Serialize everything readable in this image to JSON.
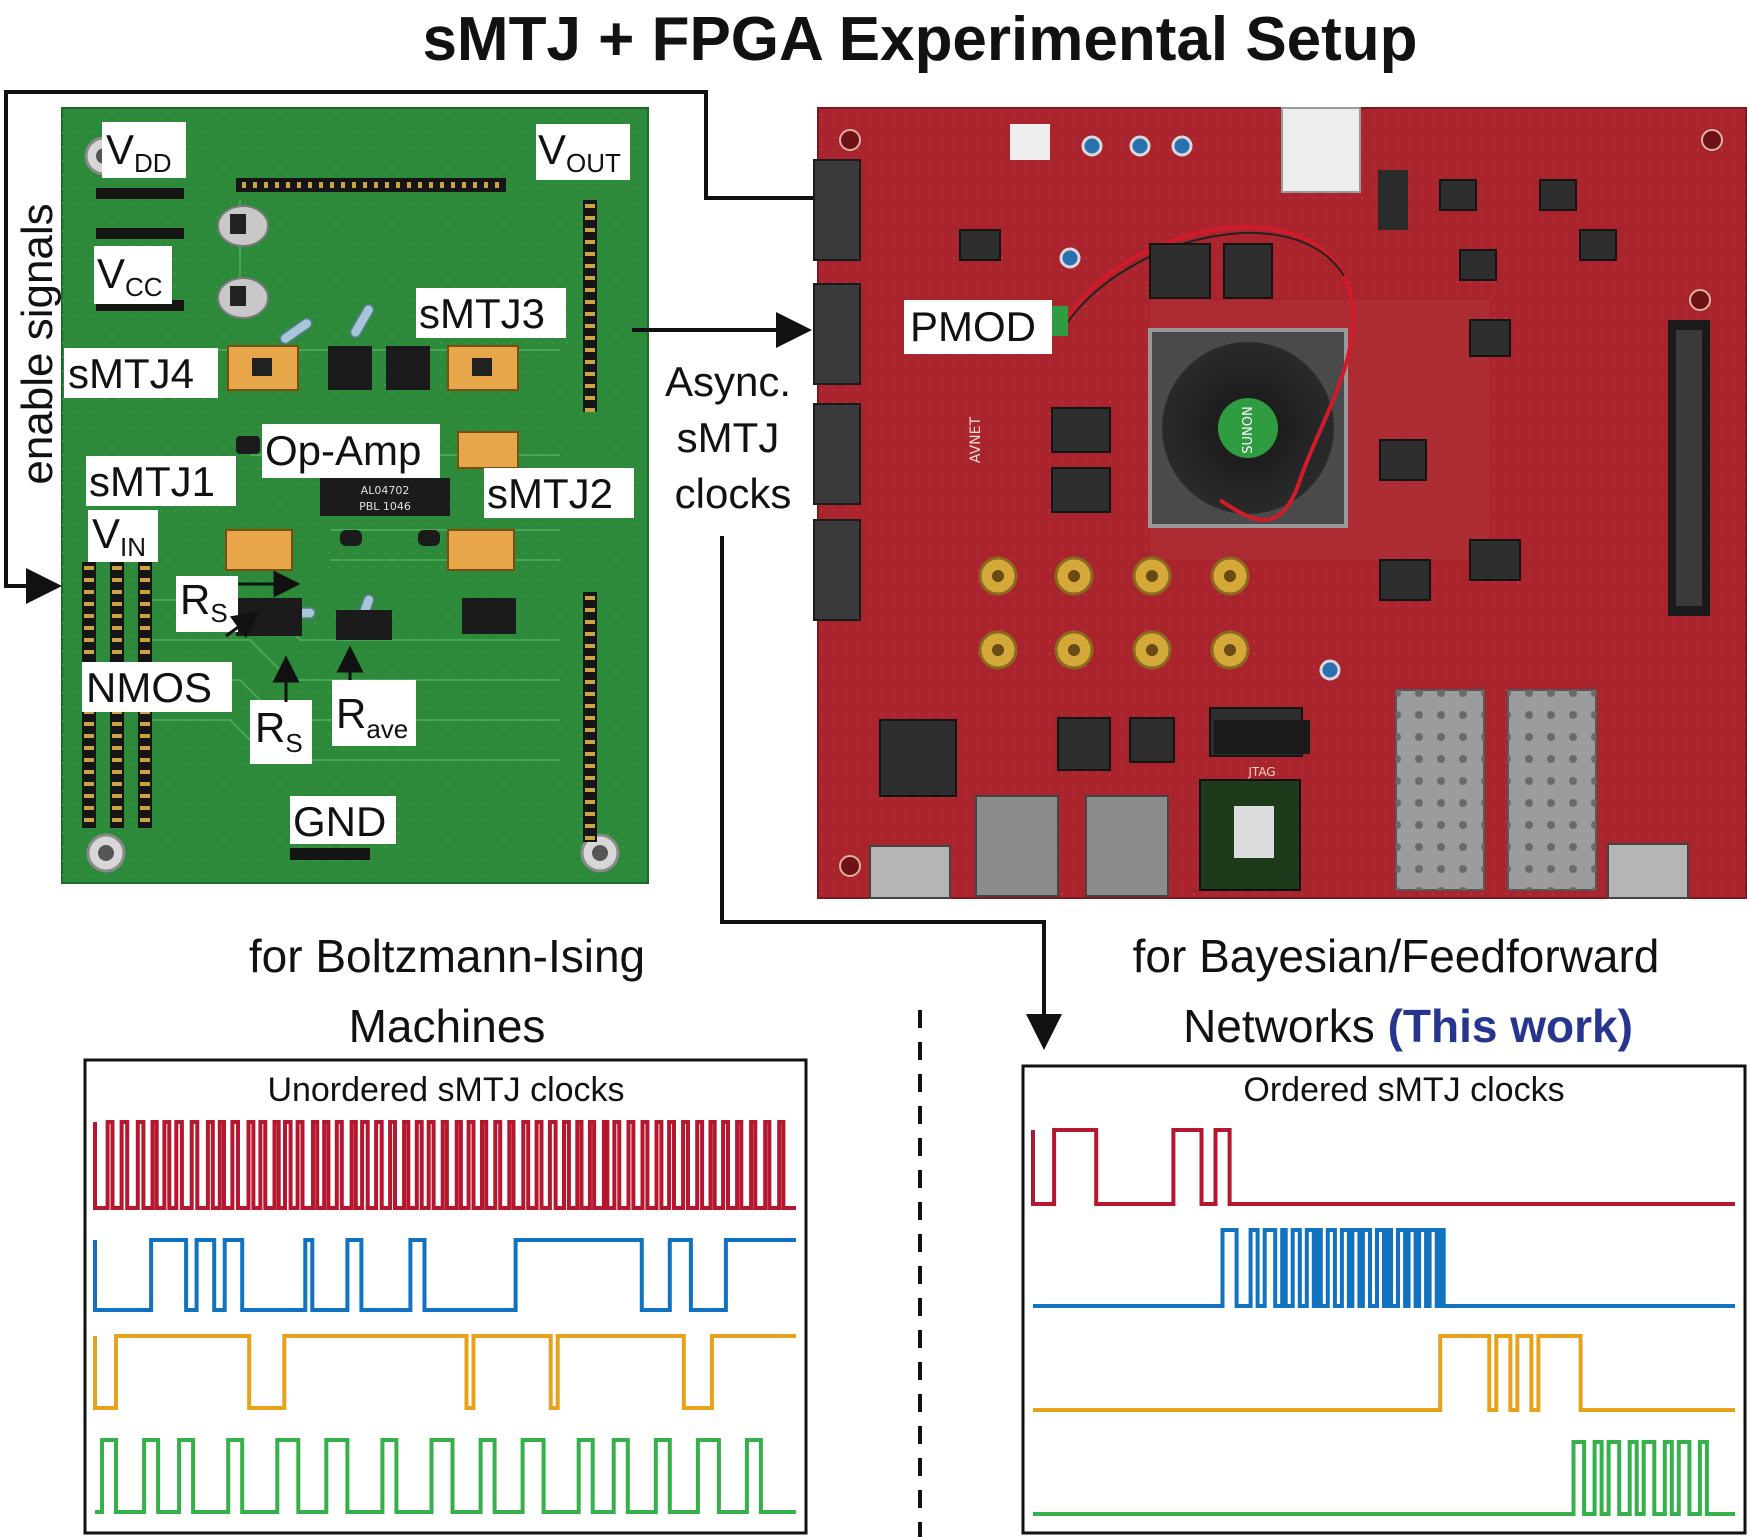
{
  "title": "sMTJ + FPGA Experimental Setup",
  "pcb_labels": {
    "vdd_main": "V",
    "vdd_sub": "DD",
    "vcc_main": "V",
    "vcc_sub": "CC",
    "vout_main": "V",
    "vout_sub": "OUT",
    "vin_main": "V",
    "vin_sub": "IN",
    "smtj1": "sMTJ1",
    "smtj2": "sMTJ2",
    "smtj3": "sMTJ3",
    "smtj4": "sMTJ4",
    "opamp": "Op-Amp",
    "rs_main": "R",
    "rs_sub": "S",
    "rave_main": "R",
    "rave_sub": "ave",
    "nmos": "NMOS",
    "gnd": "GND",
    "chip_text_1": "AL04702",
    "chip_text_2": "PBL 1046"
  },
  "side_label": "enable signals",
  "fpga_labels": {
    "pmod": "PMOD",
    "jtag": "JTAG",
    "brand": "SUNON",
    "vendor": "AVNET"
  },
  "async_label": [
    "Async.",
    "sMTJ",
    "clocks"
  ],
  "left_panel": {
    "caption_lines": [
      "for Boltzmann-Ising",
      "Machines"
    ],
    "plot_title": "Unordered sMTJ clocks"
  },
  "right_panel": {
    "caption_line1": "for Bayesian/Feedforward",
    "caption_line2_plain": "Networks ",
    "caption_line2_highlight": "(This work)",
    "plot_title": "Ordered sMTJ clocks"
  },
  "colors": {
    "red": "#b5172f",
    "blue": "#1173c0",
    "orange": "#e6a21a",
    "green": "#36b04a",
    "highlight": "#27358f",
    "pcb": "#2c8a3a",
    "fpga": "#a9242c"
  },
  "chart_data": [
    {
      "type": "line",
      "title": "Unordered sMTJ clocks",
      "xlim": [
        0,
        1
      ],
      "series": [
        {
          "color": "#b5172f",
          "transitions": [
            0.0,
            0.018,
            0.025,
            0.038,
            0.046,
            0.061,
            0.069,
            0.082,
            0.088,
            0.099,
            0.106,
            0.116,
            0.124,
            0.138,
            0.146,
            0.161,
            0.168,
            0.178,
            0.184,
            0.196,
            0.204,
            0.219,
            0.226,
            0.236,
            0.243,
            0.256,
            0.262,
            0.271,
            0.279,
            0.289,
            0.296,
            0.311,
            0.317,
            0.327,
            0.333,
            0.345,
            0.352,
            0.366,
            0.372,
            0.381,
            0.389,
            0.401,
            0.409,
            0.421,
            0.428,
            0.441,
            0.447,
            0.459,
            0.466,
            0.476,
            0.483,
            0.496,
            0.502,
            0.516,
            0.522,
            0.533,
            0.54,
            0.552,
            0.558,
            0.571,
            0.578,
            0.591,
            0.597,
            0.611,
            0.618,
            0.63,
            0.637,
            0.649,
            0.657,
            0.669,
            0.676,
            0.688,
            0.694,
            0.706,
            0.712,
            0.726,
            0.731,
            0.741,
            0.748,
            0.761,
            0.768,
            0.781,
            0.788,
            0.801,
            0.808,
            0.819,
            0.826,
            0.839,
            0.846,
            0.859,
            0.866,
            0.878,
            0.884,
            0.896,
            0.903,
            0.916,
            0.922,
            0.936,
            0.942,
            0.956,
            0.962,
            0.976,
            0.982
          ]
        },
        {
          "color": "#1173c0",
          "transitions": [
            0.0,
            0.08,
            0.13,
            0.145,
            0.17,
            0.185,
            0.21,
            0.3,
            0.31,
            0.36,
            0.38,
            0.45,
            0.47,
            0.6,
            0.78,
            0.82,
            0.85,
            0.9
          ]
        },
        {
          "color": "#e6a21a",
          "transitions": [
            0.0,
            0.03,
            0.22,
            0.27,
            0.53,
            0.54,
            0.65,
            0.66,
            0.84,
            0.88
          ]
        },
        {
          "color": "#36b04a",
          "transitions": [
            0.01,
            0.03,
            0.07,
            0.09,
            0.12,
            0.14,
            0.19,
            0.21,
            0.26,
            0.29,
            0.33,
            0.36,
            0.41,
            0.43,
            0.48,
            0.51,
            0.55,
            0.57,
            0.61,
            0.64,
            0.69,
            0.71,
            0.74,
            0.76,
            0.8,
            0.82,
            0.86,
            0.89,
            0.93,
            0.95
          ]
        }
      ]
    },
    {
      "type": "line",
      "title": "Ordered sMTJ clocks",
      "xlim": [
        0,
        1
      ],
      "series": [
        {
          "color": "#b5172f",
          "transitions": [
            0.0,
            0.03,
            0.09,
            0.2,
            0.24,
            0.26,
            0.28
          ]
        },
        {
          "color": "#1173c0",
          "transitions": [
            0.27,
            0.29,
            0.31,
            0.32,
            0.33,
            0.345,
            0.355,
            0.36,
            0.37,
            0.38,
            0.39,
            0.4,
            0.405,
            0.41,
            0.42,
            0.43,
            0.44,
            0.45,
            0.455,
            0.465,
            0.47,
            0.48,
            0.49,
            0.5,
            0.505,
            0.51,
            0.52,
            0.53,
            0.535,
            0.545,
            0.55,
            0.56,
            0.565,
            0.575,
            0.58,
            0.585
          ]
        },
        {
          "color": "#e6a21a",
          "transitions": [
            0.58,
            0.65,
            0.66,
            0.68,
            0.69,
            0.71,
            0.72,
            0.78
          ]
        },
        {
          "color": "#36b04a",
          "transitions": [
            0.77,
            0.785,
            0.8,
            0.81,
            0.82,
            0.835,
            0.85,
            0.86,
            0.87,
            0.885,
            0.9,
            0.91,
            0.92,
            0.935,
            0.95,
            0.96
          ]
        }
      ]
    }
  ]
}
